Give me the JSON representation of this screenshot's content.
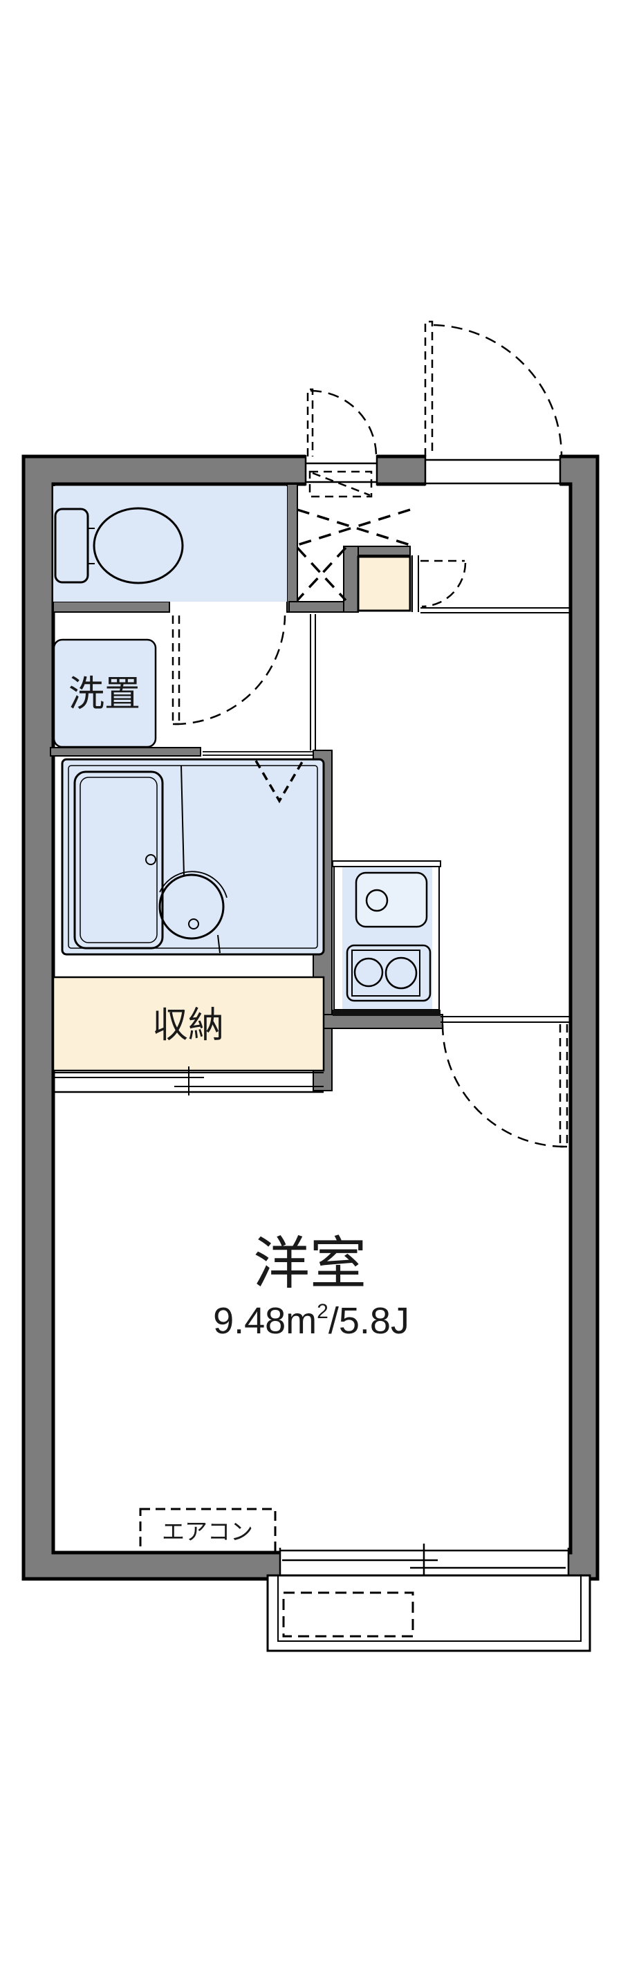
{
  "document": {
    "type": "apartment-floor-plan"
  },
  "colors": {
    "wall_gray": "#7d7d7d",
    "floor_blue": "#dce7f7",
    "fixture_blue": "#e9f1fb",
    "storage_beige": "#fcf0d8",
    "line_black": "#000000",
    "background": "#ffffff"
  },
  "labels": {
    "washer_space": "洗置",
    "storage": "収納",
    "main_room": "洋室",
    "main_room_area_full": "9.48㎡/5.8J",
    "main_room_area_prefix": "9.48m",
    "main_room_area_sup": "2",
    "main_room_area_suffix": "/5.8J",
    "aircon": "エアコン"
  },
  "fixtures": [
    "toilet",
    "bathtub",
    "wash-basin",
    "washing-machine-space",
    "kitchen-sink",
    "gas-stove-2-burner",
    "storage-sliding-door",
    "entrance-door-swing",
    "room-door-swing",
    "toilet-door-swing",
    "folding-bath-door",
    "sliding-window",
    "balcony",
    "air-conditioner",
    "pipe-space"
  ]
}
